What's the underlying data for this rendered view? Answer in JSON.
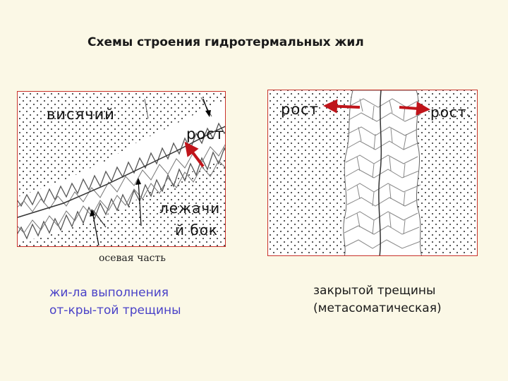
{
  "title": "Схемы строения гидротермальных жил",
  "left_panel": {
    "label_hanging": "висячий",
    "label_growth": "рост",
    "label_lying": "лежачи",
    "label_side": "й бок",
    "axial_label": "осевая часть"
  },
  "right_panel": {
    "label_growth_left": "рост",
    "label_growth_right": "рост."
  },
  "captions": {
    "left_line1": "жи-ла выполнения",
    "left_line2": "от-кры-той трещины",
    "right_line1": "закрытой трещины",
    "right_line2": "(метасоматическая)"
  },
  "colors": {
    "background": "#fbf8e6",
    "arrow": "#c0141a",
    "caption_left": "#4a42c8",
    "panel_border": "#c8322a"
  }
}
